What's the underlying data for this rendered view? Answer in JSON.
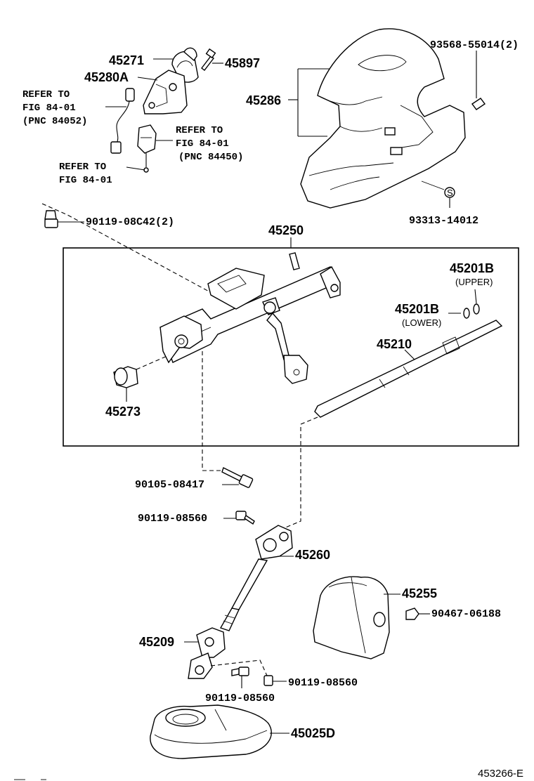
{
  "labels": {
    "p45271": "45271",
    "p45897": "45897",
    "p45280A": "45280A",
    "p45286": "45286",
    "p93568": "93568-55014(2)",
    "p93313": "93313-14012",
    "p90119_08C42": "90119-08C42(2)",
    "p45250": "45250",
    "p45201B_upper": "45201B",
    "p45201B_lower": "45201B",
    "upper_note": "(UPPER)",
    "lower_note": "(LOWER)",
    "p45210": "45210",
    "p45273": "45273",
    "p90105": "90105-08417",
    "p90119_08560_a": "90119-08560",
    "p45260": "45260",
    "p45255": "45255",
    "p90467": "90467-06188",
    "p45209": "45209",
    "p90119_08560_b": "90119-08560",
    "p90119_08560_c": "90119-08560",
    "p45025D": "45025D",
    "ref_id": "453266-E"
  },
  "refer_notes": {
    "note1": [
      "REFER TO",
      "FIG 84-01",
      "(PNC 84052)"
    ],
    "note2": [
      "REFER TO",
      "FIG 84-01",
      "(PNC 84450)"
    ],
    "note3": [
      "REFER TO",
      "FIG 84-01"
    ]
  },
  "colors": {
    "ink": "#000000",
    "paper": "#ffffff",
    "shade": "#e6e6e6"
  }
}
